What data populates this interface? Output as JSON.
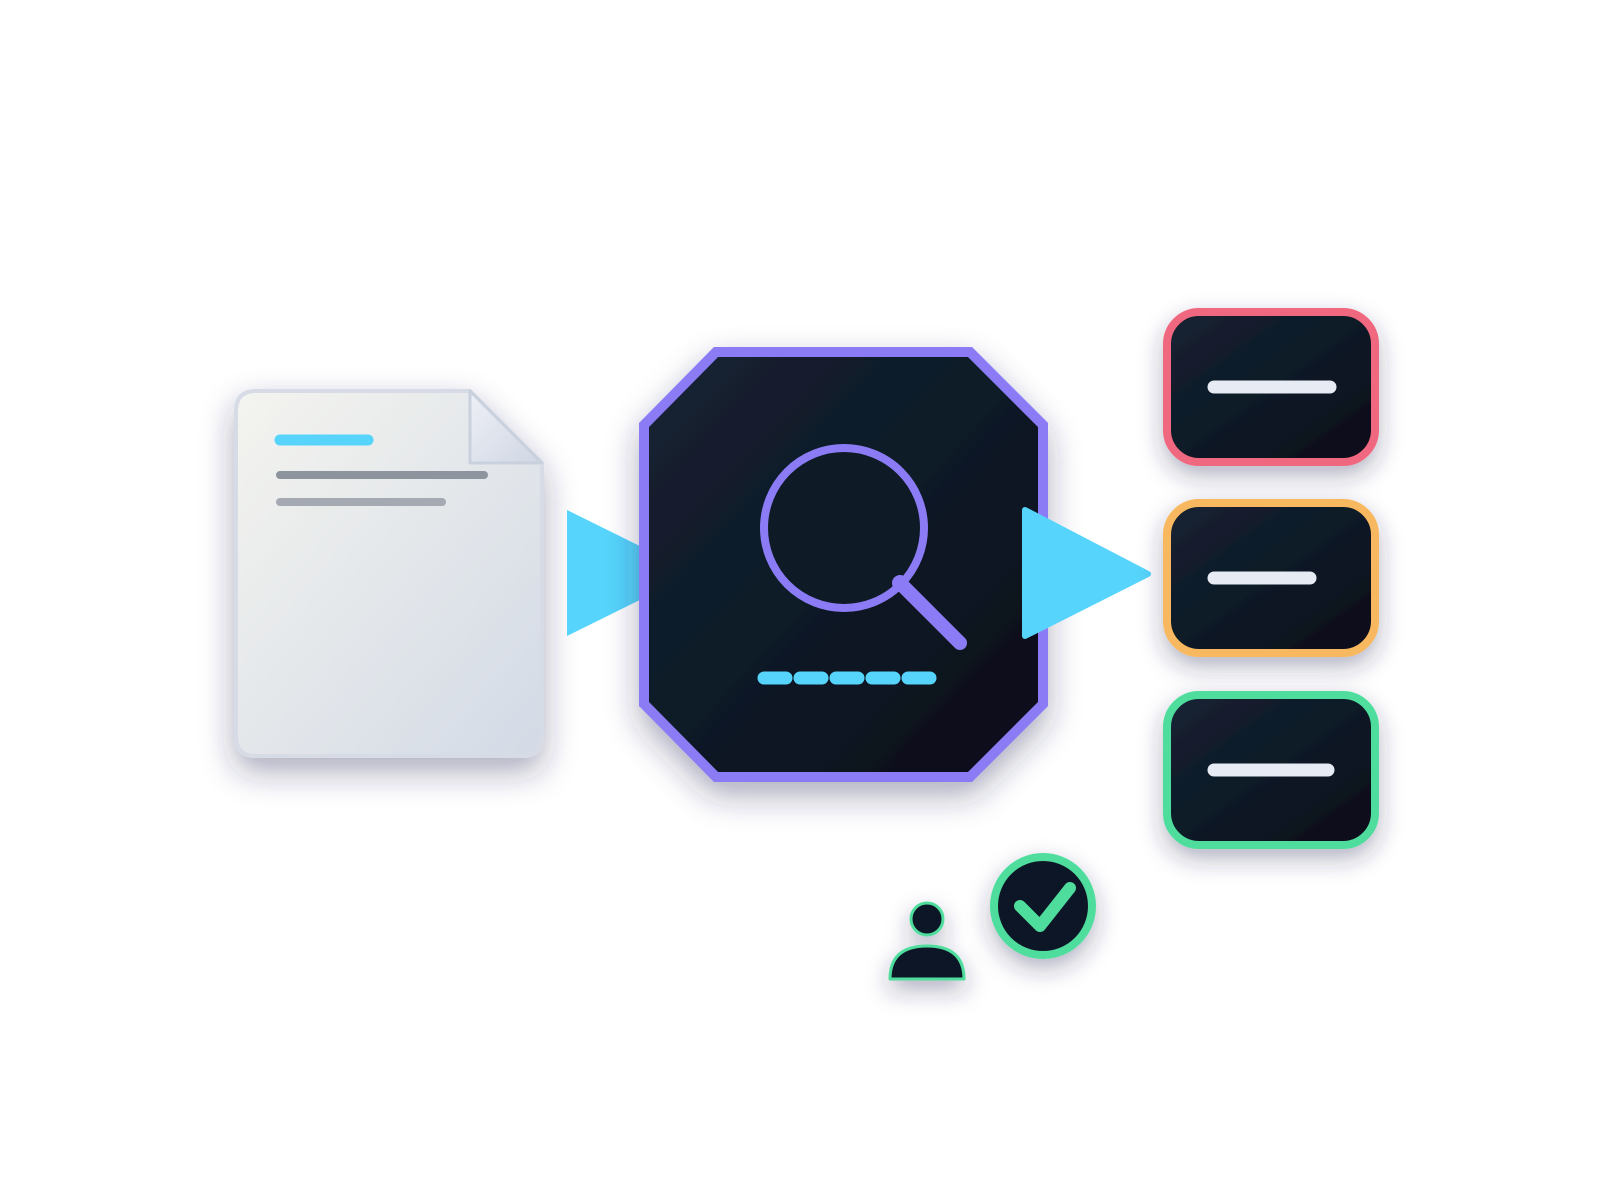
{
  "diagram": {
    "nodes": [
      {
        "id": "document",
        "kind": "input",
        "icon": "document-icon"
      },
      {
        "id": "analyzer",
        "kind": "process",
        "icon": "magnifier-icon"
      },
      {
        "id": "result-red",
        "kind": "output",
        "icon": "output-card-icon"
      },
      {
        "id": "result-orange",
        "kind": "output",
        "icon": "output-card-icon"
      },
      {
        "id": "result-green",
        "kind": "output",
        "icon": "output-card-icon"
      },
      {
        "id": "reviewer",
        "kind": "actor",
        "icon": "person-icon"
      },
      {
        "id": "approval",
        "kind": "status",
        "icon": "checkmark-icon"
      }
    ],
    "edges": [
      {
        "from": "document",
        "to": "analyzer",
        "icon": "arrow-right-icon"
      },
      {
        "from": "analyzer",
        "to": "outputs",
        "icon": "arrow-right-icon"
      }
    ]
  },
  "colors": {
    "accent_cyan": "#56d4fb",
    "accent_purple": "#8b7cf6",
    "dark_panel": "#0f1826",
    "card_red": "#f0687f",
    "card_orange": "#f8b85e",
    "card_green": "#4fdd9e",
    "line_light": "#e6ebf4",
    "doc_line": "#8e949e"
  }
}
